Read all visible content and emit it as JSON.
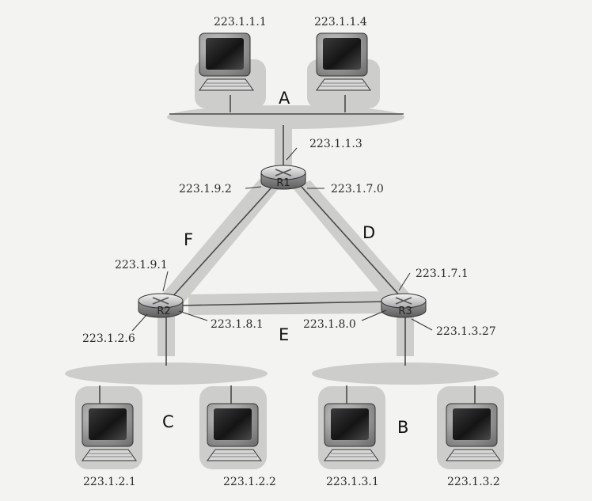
{
  "hosts": [
    {
      "id": "h1",
      "ip": "223.1.1.1"
    },
    {
      "id": "h2",
      "ip": "223.1.1.4"
    },
    {
      "id": "h3",
      "ip": "223.1.2.1"
    },
    {
      "id": "h4",
      "ip": "223.1.2.2"
    },
    {
      "id": "h5",
      "ip": "223.1.3.1"
    },
    {
      "id": "h6",
      "ip": "223.1.3.2"
    }
  ],
  "routers": {
    "r1": {
      "label": "R1"
    },
    "r2": {
      "label": "R2"
    },
    "r3": {
      "label": "R3"
    }
  },
  "interfaces": {
    "r1_top": "223.1.1.3",
    "r1_left": "223.1.9.2",
    "r1_right": "223.1.7.0",
    "r2_top": "223.1.9.1",
    "r2_right": "223.1.8.1",
    "r2_bottom": "223.1.2.6",
    "r3_top": "223.1.7.1",
    "r3_left": "223.1.8.0",
    "r3_right": "223.1.3.27"
  },
  "subnets": {
    "a": "A",
    "b": "B",
    "c": "C",
    "d": "D",
    "e": "E",
    "f": "F"
  }
}
